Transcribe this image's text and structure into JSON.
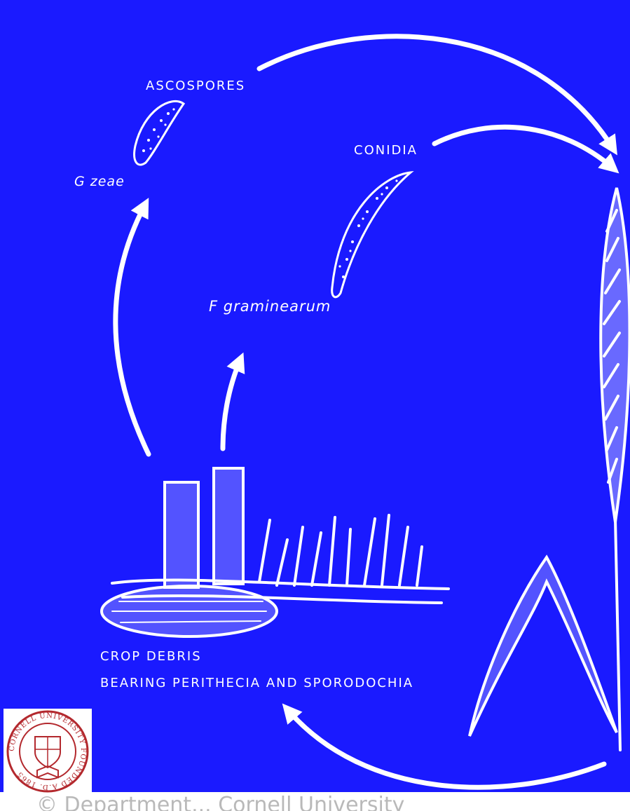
{
  "colors": {
    "background": "#1a1aff",
    "foreground": "#ffffff",
    "seal": "#b3282d",
    "credit_text": "#b9b9b9"
  },
  "labels": {
    "ascospores": "ASCOSPORES",
    "g_zeae": "G zeae",
    "conidia": "CONIDIA",
    "f_graminearum": "F graminearum",
    "crop_debris_line1": "CROP DEBRIS",
    "crop_debris_line2": "BEARING PERITHECIA AND SPORODOCHIA"
  },
  "logo": {
    "name": "cornell-university-seal",
    "ring_text": "CORNELL UNIVERSITY FOUNDED A.D. 1865"
  },
  "credit": "© Department... Cornell University"
}
